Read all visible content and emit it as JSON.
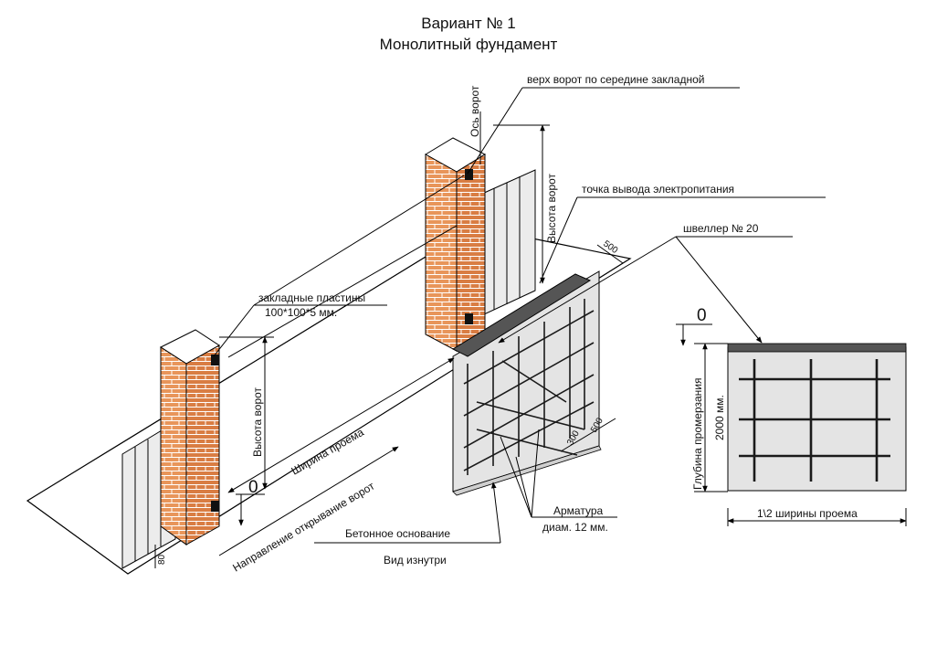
{
  "title_line1": "Вариант № 1",
  "title_line2": "Монолитный фундамент",
  "callouts": {
    "gate_top": "верх ворот по середине закладной",
    "gate_axis": "Ось ворот",
    "power_point": "точка вывода электропитания",
    "channel": "швеллер № 20",
    "plates_line1": "закладные пластины",
    "plates_line2": "100*100*5 мм.",
    "rebar_line1": "Арматура",
    "rebar_line2": "диам. 12 мм.",
    "concrete_base": "Бетонное основание",
    "inside_view": "Вид изнутри"
  },
  "dimensions": {
    "gate_height_left": "Высота ворот",
    "gate_height_right": "Высота ворот",
    "opening_width": "Ширина проема",
    "opening_direction": "Направление открывание ворот",
    "zero_left": "0",
    "zero_right": "0",
    "dim_500_top": "500",
    "dim_300": "300",
    "dim_500_side": "500",
    "dim_80": "80",
    "freeze_depth": "Глубина промерзания",
    "depth_value": "2000 мм.",
    "half_width": "1\\2 ширины проема"
  },
  "colors": {
    "brick": "#e8955a",
    "mortar": "#ffffff",
    "concrete": "#e4e4e4",
    "channel": "#555555",
    "ground": "#ffffff",
    "line": "#000000"
  }
}
